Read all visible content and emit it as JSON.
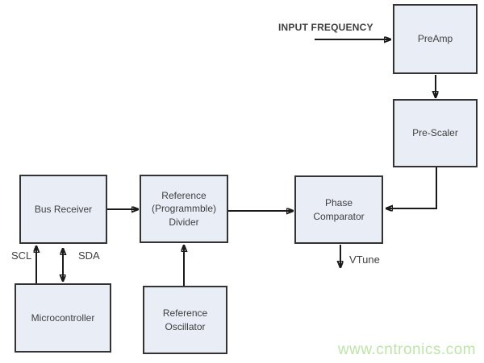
{
  "diagram": {
    "blocks": {
      "preamp": {
        "label": "PreAmp"
      },
      "pre_scaler": {
        "label": "Pre-Scaler"
      },
      "phase_comparator": {
        "label": "Phase\nComparator"
      },
      "reference_divider": {
        "label": "Reference\n(Programmble)\nDivider"
      },
      "bus_receiver": {
        "label": "Bus Receiver"
      },
      "microcontroller": {
        "label": "Microcontroller"
      },
      "reference_oscillator": {
        "label": "Reference\nOscillator"
      }
    },
    "labels": {
      "input_frequency": "INPUT FREQUENCY",
      "vtune": "VTune",
      "scl": "SCL",
      "sda": "SDA"
    },
    "watermark": "www.cntronics.com",
    "connections": [
      {
        "from": "input_frequency",
        "to": "preamp",
        "arrow": "one-way"
      },
      {
        "from": "preamp",
        "to": "pre_scaler",
        "arrow": "one-way"
      },
      {
        "from": "pre_scaler",
        "to": "phase_comparator",
        "arrow": "one-way"
      },
      {
        "from": "bus_receiver",
        "to": "reference_divider",
        "arrow": "one-way"
      },
      {
        "from": "reference_divider",
        "to": "phase_comparator",
        "arrow": "one-way"
      },
      {
        "from": "phase_comparator",
        "to": "vtune",
        "arrow": "one-way"
      },
      {
        "from": "reference_oscillator",
        "to": "reference_divider",
        "arrow": "one-way"
      },
      {
        "from": "microcontroller",
        "to": "bus_receiver",
        "via": "scl",
        "arrow": "one-way"
      },
      {
        "from": "microcontroller",
        "to": "bus_receiver",
        "via": "sda",
        "arrow": "two-way"
      }
    ],
    "colors": {
      "block_fill": "#e9edf6",
      "block_border": "#333333",
      "arrow": "#1a1a1a",
      "watermark": "#bfe3ac"
    }
  }
}
